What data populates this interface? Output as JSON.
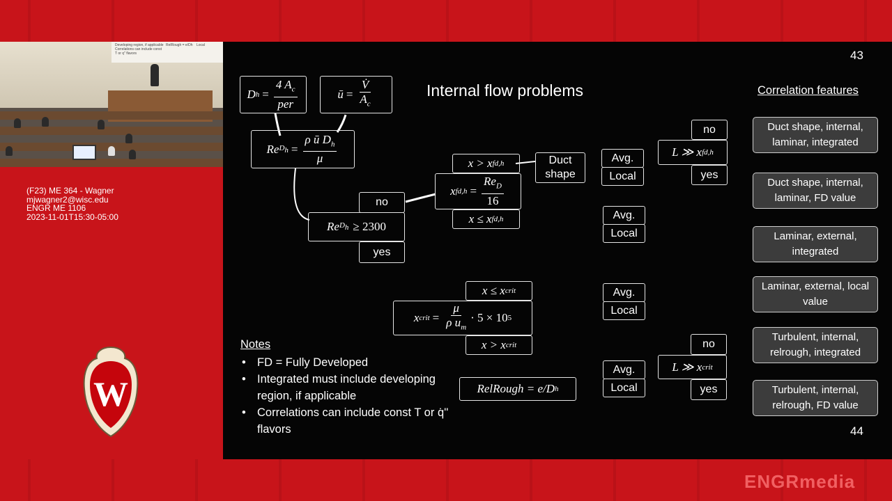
{
  "lecture": {
    "course": "(F23) ME 364 - Wagner",
    "email": "mjwagner2@wisc.edu",
    "room": "ENGR ME 1106",
    "timestamp": "2023-11-01T15:30-05:00",
    "logo": "ENGRmedia",
    "crest_letter": "W"
  },
  "camera": {
    "board_lines": [
      "Developing region, if applicable",
      "Correlations can include const",
      "T or q'' flavors"
    ],
    "board_label_a": "RelRough = e/Dh",
    "board_label_b": "Local"
  },
  "slide": {
    "page_top": "43",
    "page_bottom": "44",
    "title": "Internal flow problems",
    "features_heading": "Correlation features",
    "features": [
      "Duct shape, internal, laminar, integrated",
      "Duct shape, internal, laminar, FD value",
      "Laminar, external, integrated",
      "Laminar, external, local value",
      "Turbulent, internal, relrough, integrated",
      "Turbulent, internal, relrough, FD value"
    ],
    "equations": {
      "dh_lhs": "D",
      "dh_sub": "h",
      "dh_num": "4 A",
      "dh_num_sub": "c",
      "dh_den": "per",
      "u_lhs": "ū",
      "u_num": "V̇",
      "u_den": "A",
      "u_den_sub": "c",
      "re_lhs": "Re",
      "re_sub": "D",
      "re_sub2": "h",
      "re_num": "ρ ū D",
      "re_num_sub": "h",
      "re_den": "μ",
      "re_check": "≥ 2300",
      "xfd_lhs": "x",
      "xfd_sub": "fd,h",
      "xfd_num": "Re",
      "xfd_num_sub": "D",
      "xfd_den": "16",
      "x_gt_xfd": "x > x",
      "x_le_xfd": "x ≤ x",
      "xcrit_lhs": "x",
      "xcrit_sub": "crit",
      "xcrit_num": "μ",
      "xcrit_den": "ρ u",
      "xcrit_den_sub": "m",
      "xcrit_factor": "· 5 × 10",
      "xcrit_exp": "5",
      "x_le_xcrit": "x ≤ x",
      "x_gt_xcrit": "x > x",
      "l_fd": "L ≫ x",
      "l_crit": "L ≫ x",
      "relrough": "RelRough = e/D",
      "relrough_sub": "h"
    },
    "labels": {
      "no": "no",
      "yes": "yes",
      "duct_shape": "Duct shape",
      "avg": "Avg.",
      "local": "Local"
    },
    "notes": {
      "heading": "Notes",
      "items": [
        "FD = Fully Developed",
        "Integrated must include developing region, if applicable",
        "Correlations can include const T or q̇'' flavors"
      ]
    }
  }
}
